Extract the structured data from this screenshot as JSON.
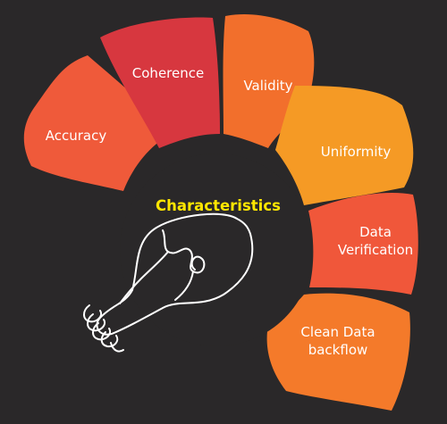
{
  "diagram": {
    "center_title": "Characteristics",
    "segments": [
      {
        "lines": [
          "Accuracy"
        ],
        "color": "#ef5a3a"
      },
      {
        "lines": [
          "Coherence"
        ],
        "color": "#d7373f"
      },
      {
        "lines": [
          "Validity"
        ],
        "color": "#f26f2c"
      },
      {
        "lines": [
          "Uniformity"
        ],
        "color": "#f59a25"
      },
      {
        "lines": [
          "Data",
          "Verification"
        ],
        "color": "#f0573a"
      },
      {
        "lines": [
          "Clean Data",
          "backflow"
        ],
        "color": "#f47a2a"
      }
    ],
    "background": "#2a2829",
    "center_fill": "#2a2829",
    "bulb_stroke": "#ffffff"
  }
}
